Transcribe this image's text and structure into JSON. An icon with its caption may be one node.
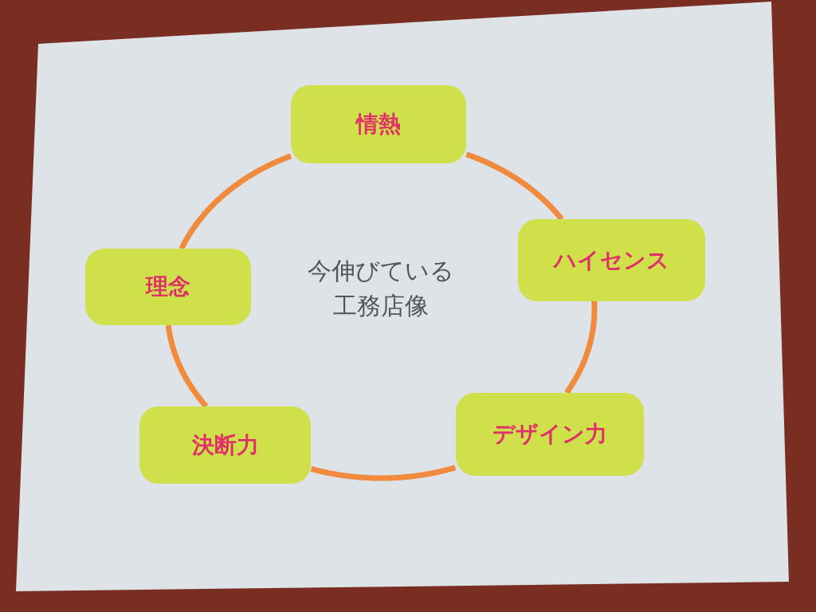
{
  "diagram": {
    "nodes": [
      {
        "text": [
          "情熱"
        ]
      },
      {
        "text": [
          "ハイセンス"
        ]
      },
      {
        "text": [
          "デザイン力"
        ]
      },
      {
        "text": [
          "決断力"
        ]
      },
      {
        "text": [
          "理念"
        ]
      }
    ],
    "edges": [
      {
        "from": 0,
        "to": 1,
        "arrow": "none"
      },
      {
        "from": 1,
        "to": 2,
        "arrow": "none"
      },
      {
        "from": 2,
        "to": 3,
        "arrow": "none"
      },
      {
        "from": 3,
        "to": 4,
        "arrow": "none"
      },
      {
        "from": 4,
        "to": 0,
        "arrow": "none"
      }
    ],
    "labels": [
      "今伸びている工務店像"
    ]
  }
}
